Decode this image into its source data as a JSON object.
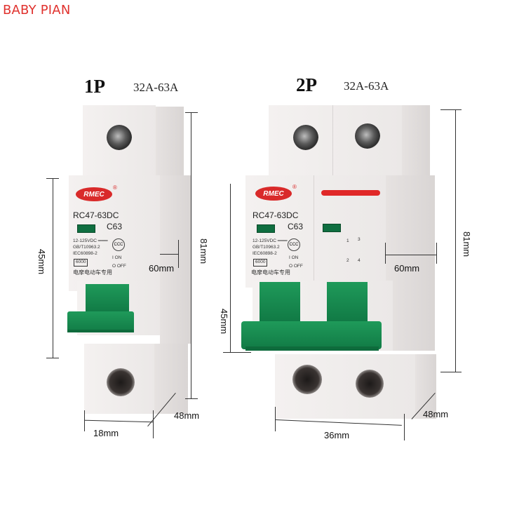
{
  "watermark": "BABY PIAN",
  "breakers": [
    {
      "pole": "1P",
      "range": "32A-63A",
      "brand": "RMEC",
      "registered": "®",
      "model": "RC47-63DC",
      "rating": "C63",
      "spec_lines": [
        "12-125VDC ═══",
        "GB/T10963.2",
        "IEC60898-2"
      ],
      "breaking_capacity": "6000",
      "on_label": "I ON",
      "off_label": "O OFF",
      "chinese_text": "电摩电动车专用",
      "dimensions": {
        "height_total": "81mm",
        "height_front": "45mm",
        "depth_top": "60mm",
        "width": "18mm",
        "depth": "48mm"
      }
    },
    {
      "pole": "2P",
      "range": "32A-63A",
      "brand": "RMEC",
      "registered": "®",
      "model": "RC47-63DC",
      "rating": "C63",
      "spec_lines": [
        "12-125VDC ═══",
        "GB/T10963.2",
        "IEC60898-2"
      ],
      "breaking_capacity": "6000",
      "on_label": "I ON",
      "off_label": "O OFF",
      "chinese_text": "电摩电动车专用",
      "terminal_labels": [
        "1",
        "3",
        "2",
        "4"
      ],
      "dimensions": {
        "height_total": "81mm",
        "height_front": "45mm",
        "depth_top": "60mm",
        "width": "36mm",
        "depth": "48mm"
      }
    }
  ],
  "colors": {
    "watermark": "#e0322e",
    "handle_green": "#1a8c50",
    "brand_red": "#d92a2a",
    "housing": "#f0eceb"
  }
}
